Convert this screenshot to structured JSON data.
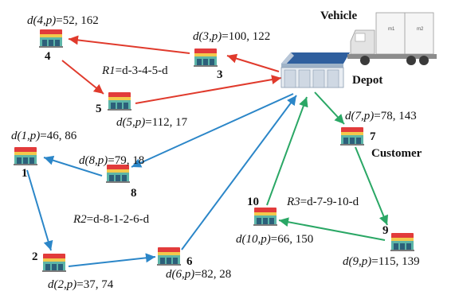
{
  "depot": {
    "label": "Depot"
  },
  "vehicle": {
    "label": "Vehicle",
    "compartments": [
      "m1",
      "m2"
    ]
  },
  "customer_caption": "Customer",
  "colors": {
    "route1": "#e03a2c",
    "route2": "#2b86c8",
    "route3": "#2aa765"
  },
  "customers": [
    {
      "id": "1",
      "label": "1",
      "demand": {
        "pre": "d(1,p)",
        "value": "=46, 86"
      }
    },
    {
      "id": "2",
      "label": "2",
      "demand": {
        "pre": "d(2,p)",
        "value": "=37, 74"
      }
    },
    {
      "id": "3",
      "label": "3",
      "demand": {
        "pre": "d(3,p)",
        "value": "=100, 122"
      }
    },
    {
      "id": "4",
      "label": "4",
      "demand": {
        "pre": "d(4,p)",
        "value": "=52, 162"
      }
    },
    {
      "id": "5",
      "label": "5",
      "demand": {
        "pre": "d(5,p)",
        "value": "=112, 17"
      }
    },
    {
      "id": "6",
      "label": "6",
      "demand": {
        "pre": "d(6,p)",
        "value": "=82, 28"
      }
    },
    {
      "id": "7",
      "label": "7",
      "demand": {
        "pre": "d(7,p)",
        "value": "=78, 143"
      }
    },
    {
      "id": "8",
      "label": "8",
      "demand": {
        "pre": "d(8,p)",
        "value": "=79, 18"
      }
    },
    {
      "id": "9",
      "label": "9",
      "demand": {
        "pre": "d(9,p)",
        "value": "=115, 139"
      }
    },
    {
      "id": "10",
      "label": "10",
      "demand": {
        "pre": "d(10,p)",
        "value": "=66, 150"
      }
    }
  ],
  "routes": [
    {
      "id": "R1",
      "name": "R1",
      "eq": "=d-3-4-5-d"
    },
    {
      "id": "R2",
      "name": "R2",
      "eq": "=d-8-1-2-6-d"
    },
    {
      "id": "R3",
      "name": "R3",
      "eq": "=d-7-9-10-d"
    }
  ]
}
